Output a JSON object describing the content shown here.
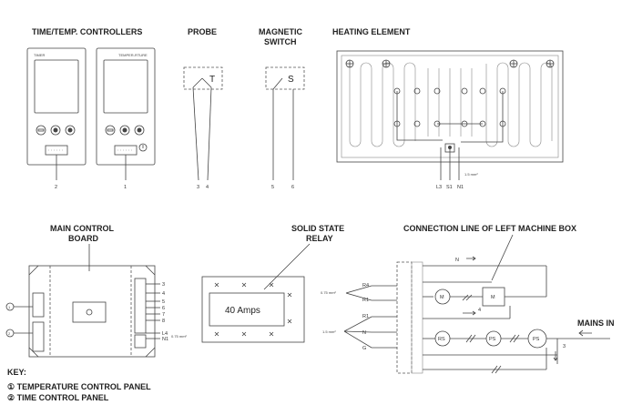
{
  "titles": {
    "controllers": "TIME/TEMP. CONTROLLERS",
    "probe": "PROBE",
    "switch_line1": "MAGNETIC",
    "switch_line2": "SWITCH",
    "heating": "HEATING ELEMENT",
    "board_line1": "MAIN CONTROL",
    "board_line2": "BOARD",
    "relay_line1": "SOLID STATE",
    "relay_line2": "RELAY",
    "connection": "CONNECTION LINE OF LEFT MACHINE BOX",
    "mains": "MAINS IN"
  },
  "controllers": {
    "left_label": "TIMER",
    "right_label": "TEMPER-RTURE",
    "wire_left": "2",
    "wire_right": "1"
  },
  "probe": {
    "symbol": "T",
    "wire_a": "3",
    "wire_b": "4"
  },
  "magnetic_switch": {
    "symbol": "S",
    "wire_a": "5",
    "wire_b": "6"
  },
  "heating_element": {
    "terminals": [
      "L3",
      "S1",
      "N1"
    ],
    "wire_size": "1.5 mm²"
  },
  "main_board": {
    "terminals": [
      "3",
      "4",
      "5",
      "6",
      "7",
      "8"
    ],
    "bottom_terminals": [
      "L4",
      "N1"
    ],
    "wire_size": "0.75 mm²"
  },
  "relay": {
    "rating": "40 Amps"
  },
  "connection": {
    "left_labels_top": [
      "R4",
      "R1"
    ],
    "left_labels_bottom": [
      "R1",
      "N",
      "G"
    ],
    "wire_size_top": "0.75 mm²",
    "wire_size_bottom": "1.5 mm²",
    "n_label": "N",
    "components": [
      "M",
      "M",
      "RS",
      "PS",
      "PS"
    ],
    "numbers": [
      "4",
      "3"
    ]
  },
  "key": {
    "title": "KEY:",
    "item1": "① TEMPERATURE CONTROL PANEL",
    "item2": "② TIME CONTROL PANEL"
  }
}
